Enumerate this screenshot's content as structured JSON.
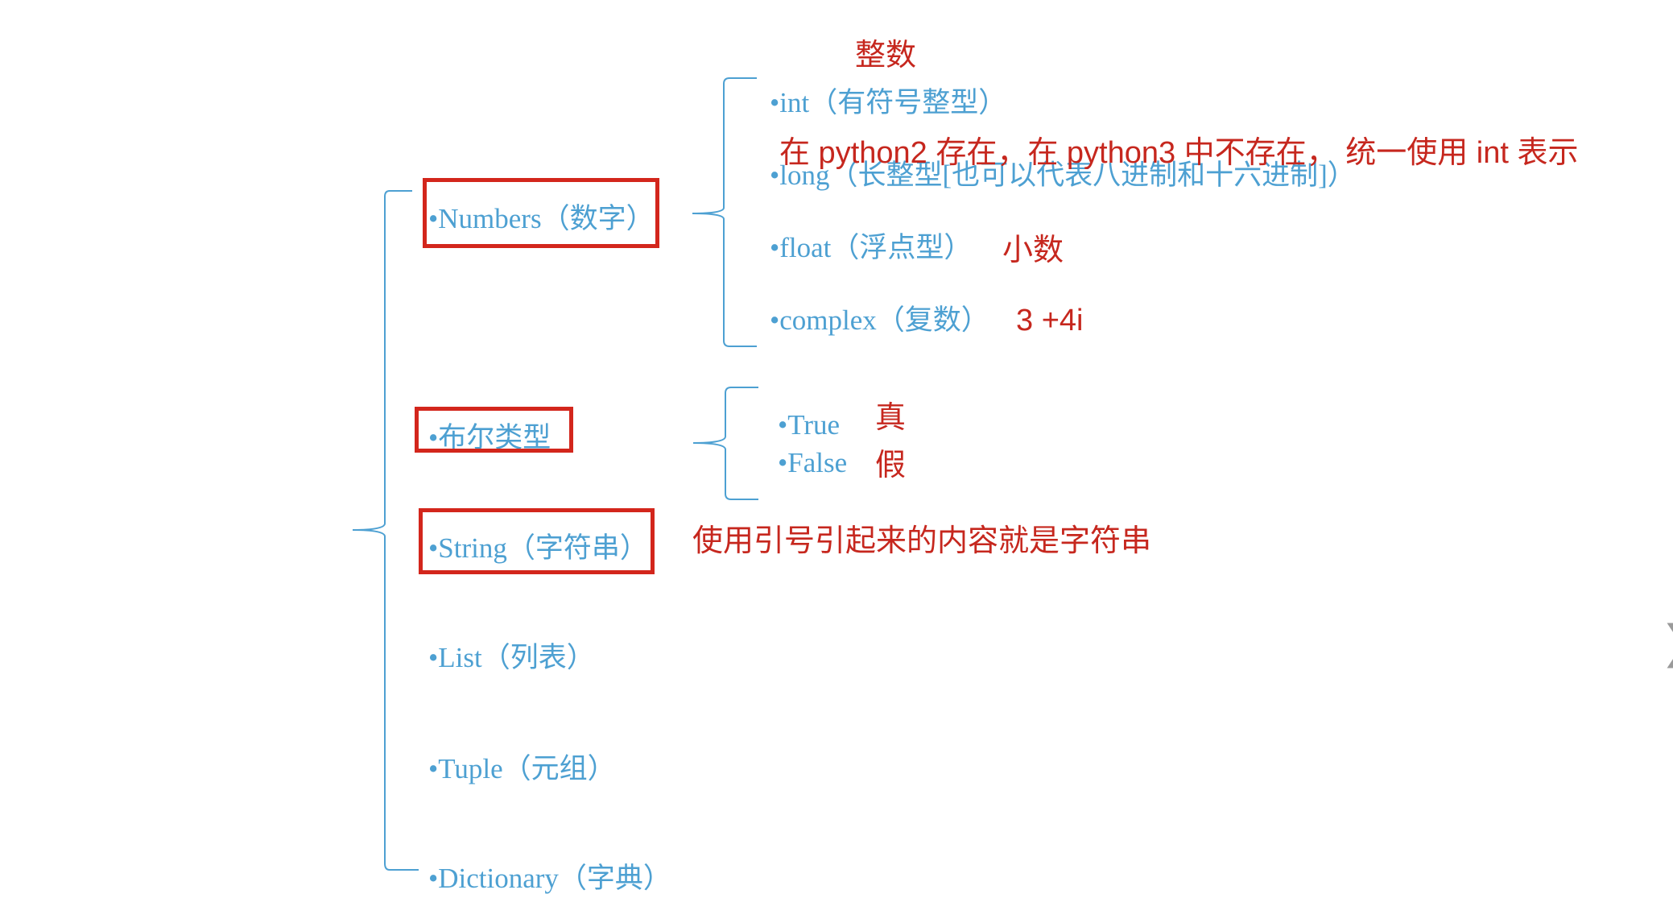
{
  "categories": {
    "numbers": "•Numbers（数字）",
    "boolean": "•布尔类型",
    "string": "•String（字符串）",
    "list": "•List（列表）",
    "tuple": "•Tuple（元组）",
    "dictionary": "•Dictionary（字典）"
  },
  "number_types": {
    "int": "•int（有符号整型）",
    "long": "•long（长整型[也可以代表八进制和十六进制]）",
    "float": "•float（浮点型）",
    "complex": "•complex（复数）"
  },
  "boolean_values": {
    "true": "•True",
    "false": "•False"
  },
  "annotations": {
    "int_note": "整数",
    "long_note": "在 python2 存在，在 python3 中不存在，  统一使用 int 表示",
    "float_note": "小数",
    "complex_note": "3 +4i",
    "true_note": "真",
    "false_note": "假",
    "string_note": "使用引号引起来的内容就是字符串"
  },
  "colors": {
    "item_text": "#4da0d2",
    "bracket": "#4da0d2",
    "annotation": "#c6271e",
    "highlight_box": "#d3261c"
  },
  "icons": {
    "edge": "chevron-right-icon"
  }
}
